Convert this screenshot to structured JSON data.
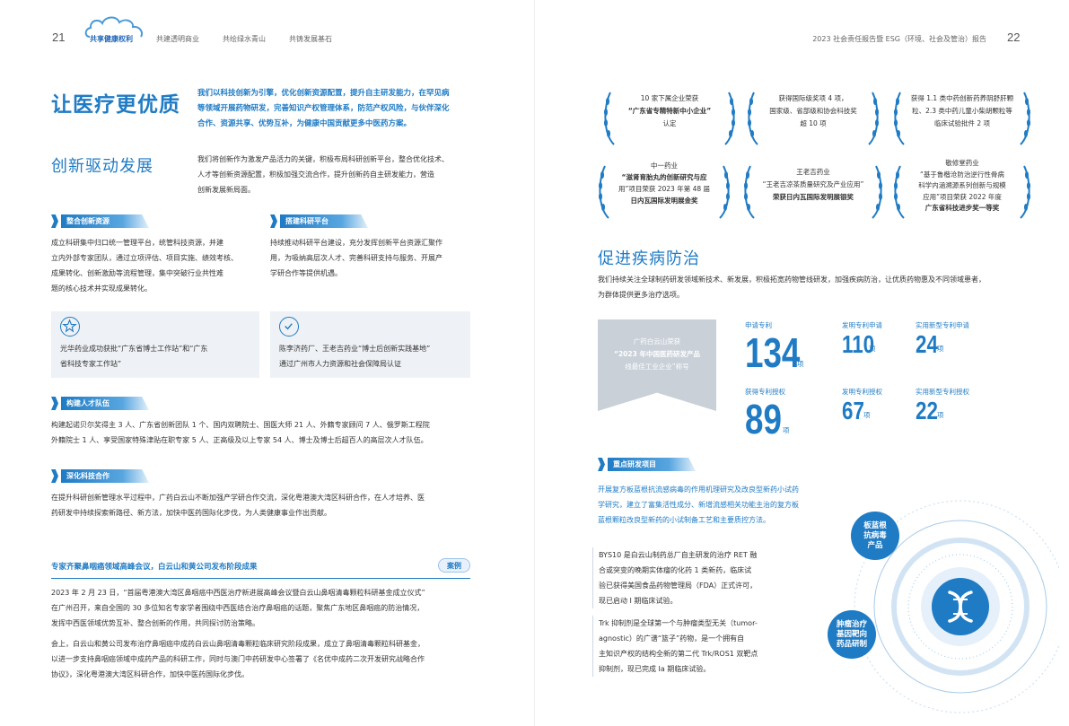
{
  "header": {
    "left_page_number": "21",
    "right_page_number": "22",
    "nav": [
      "共享健康权利",
      "共建透明商业",
      "共绘绿水青山",
      "共铸发展基石"
    ],
    "report_title": "2023 社会责任报告暨 ESG（环境、社会及管治）报告"
  },
  "left": {
    "title": "让医疗更优质",
    "intro": [
      "我们以科技创新为引擎，优化创新资源配置，提升自主研发能力，在罕见病",
      "等领域开展药物研发，完善知识产权管理体系，防范产权风险，与伙伴深化",
      "合作、资源共享、优势互补，为健康中国贡献更多中医药方案。"
    ],
    "section_title": "创新驱动发展",
    "section_intro": [
      "我们将创新作为激发产品活力的关键，积极布局科研创新平台，整合优化技术、",
      "人才等创新资源配置，积极加强交流合作，提升创新药自主研发能力，营造",
      "创新发展新局面。"
    ],
    "tag1": {
      "label": "整合创新资源",
      "text": [
        "成立科研集中归口统一管理平台，统管科技资源，并建",
        "立内外部专家团队，通过立项评估、项目实施、绩效考核、",
        "成果转化、创新激励等流程管理，集中突破行业共性难",
        "题的核心技术并实现成果转化。"
      ]
    },
    "tag2": {
      "label": "搭建科研平台",
      "text": [
        "持续推动科研平台建设，充分发挥创新平台资源汇聚作",
        "用，为吸纳高层次人才、完善科研支持与服务、开展产",
        "学研合作等提供机遇。"
      ]
    },
    "box1": [
      "光华药业成功获批“广东省博士工作站”和“广东",
      "省科技专家工作站”"
    ],
    "box2": [
      "陈李济药厂、王老吉药业“博士后创新实践基地”",
      "通过广州市人力资源和社会保障局认证"
    ],
    "tag3": {
      "label": "构建人才队伍",
      "text": [
        "构建起诺贝尔奖得主 3 人、广东省创新团队 1 个、国内双聘院士、国医大师 21 人、外籍专家顾问 7 人、俄罗斯工程院",
        "外籍院士 1 人、享受国家特殊津贴在职专家 5 人、正高级及以上专家 54 人、博士及博士后超百人的高层次人才队伍。"
      ]
    },
    "tag4": {
      "label": "深化科技合作",
      "text": [
        "在提升科研创新管理水平过程中，广药白云山不断加强产学研合作交流，深化粤港澳大湾区科研合作，在人才培养、医",
        "药研发中持续探索新路径、新方法，加快中医药国际化步伐，为人类健康事业作出贡献。"
      ]
    },
    "case": {
      "title": "专家齐聚鼻咽癌领域高峰会议，白云山和黄公司发布阶段成果",
      "badge": "案例",
      "p1": [
        "2023 年 2 月 23 日，“首届粤港澳大湾区鼻咽癌中西医治疗新进展高峰会议暨白云山鼻咽清毒颗粒科研基金成立仪式”",
        "在广州召开，来自全国的 30 多位知名专家学者围绕中西医结合治疗鼻咽癌的话题，聚焦广东地区鼻咽癌的防治情况，",
        "发挥中西医领域优势互补、整合创新的作用，共同探讨防治策略。"
      ],
      "p2": [
        "会上，白云山和黄公司发布治疗鼻咽癌中成药白云山鼻咽清毒颗粒临床研究阶段成果，成立了鼻咽清毒颗粒科研基金，",
        "以进一步支持鼻咽癌领域中成药产品的科研工作，同时与澳门中药研发中心签署了《名优中成药二次开发研究战略合作",
        "协议》，深化粤港澳大湾区科研合作，加快中医药国际化步伐。"
      ]
    }
  },
  "right": {
    "awards": [
      [
        "10 家下属企业荣获",
        "“广东省专精特新中小企业”",
        "认定"
      ],
      [
        "获得国际级奖项 4 项，",
        "国家级、省部级和协会科技奖",
        "超 10 项"
      ],
      [
        "获得 1.1 类中药创新药养阴舒肝颗",
        "粒、2.3 类中药儿童小柴胡颗粒等",
        "临床试验批件 2 项"
      ],
      [
        "中一药业",
        "“滋肾育胎丸的创新研究与应",
        "用”项目荣获 2023 年第 48 届",
        "日内瓦国际发明展金奖"
      ],
      [
        "王老吉药业",
        "“王老吉凉茶质量研究及产业应用”",
        "荣获日内瓦国际发明展银奖"
      ],
      [
        "敬修堂药业",
        "“基于鲁楷沧防治逆行性骨病",
        "科学内涵溯源系列创新与规模",
        "应用”项目荣获 2022 年度",
        "广东省科技进步奖一等奖"
      ]
    ],
    "section_title": "促进疾病防治",
    "section_intro": [
      "我们持续关注全球制药研发领域新技术、新发展，积极拓宽药物管线研发，加强疾病防治，让优质药物惠及不同领域患者，",
      "为群体提供更多治疗选项。"
    ],
    "honor": [
      "广药白云山荣获",
      "“2023 年中国医药研发产品",
      "线最佳工业企业”称号"
    ],
    "stats": [
      {
        "label": "申请专利",
        "value": "134",
        "unit": "项"
      },
      {
        "label": "发明专利申请",
        "value": "110",
        "unit": "项"
      },
      {
        "label": "实用新型专利申请",
        "value": "24",
        "unit": "项"
      },
      {
        "label": "获得专利授权",
        "value": "89",
        "unit": "项"
      },
      {
        "label": "发明专利授权",
        "value": "67",
        "unit": "项"
      },
      {
        "label": "实用新型专利授权",
        "value": "22",
        "unit": "项"
      }
    ],
    "tag": "重点研发项目",
    "rd_blue": [
      "开展复方板蓝根抗流感病毒的作用机理研究及改良型新药小试药",
      "学研究，建立了富集活性成分、新增流感相关功能主治的复方板",
      "蓝根颗粒改良型新药的小试制备工艺和主要质控方法。"
    ],
    "rd_p1": [
      "BYS10 是白云山制药总厂自主研发的治疗 RET 融",
      "合或突变的晚期实体瘤的化药 1 类新药，临床试",
      "验已获得美国食品药物管理局（FDA）正式许可，",
      "现已启动 I 期临床试验。"
    ],
    "rd_p2": [
      "Trk 抑制剂是全球第一个与肿瘤类型无关（tumor-",
      "agnostic）的广谱“篮子”药物，是一个拥有自",
      "主知识产权的结构全新的第二代 Trk/ROS1 双靶点",
      "抑制剂，现已完成 Ia 期临床试验。"
    ],
    "bubble1": [
      "板蓝根",
      "抗病毒",
      "产品"
    ],
    "bubble2": [
      "肿瘤治疗",
      "基因靶向",
      "药品研制"
    ]
  }
}
